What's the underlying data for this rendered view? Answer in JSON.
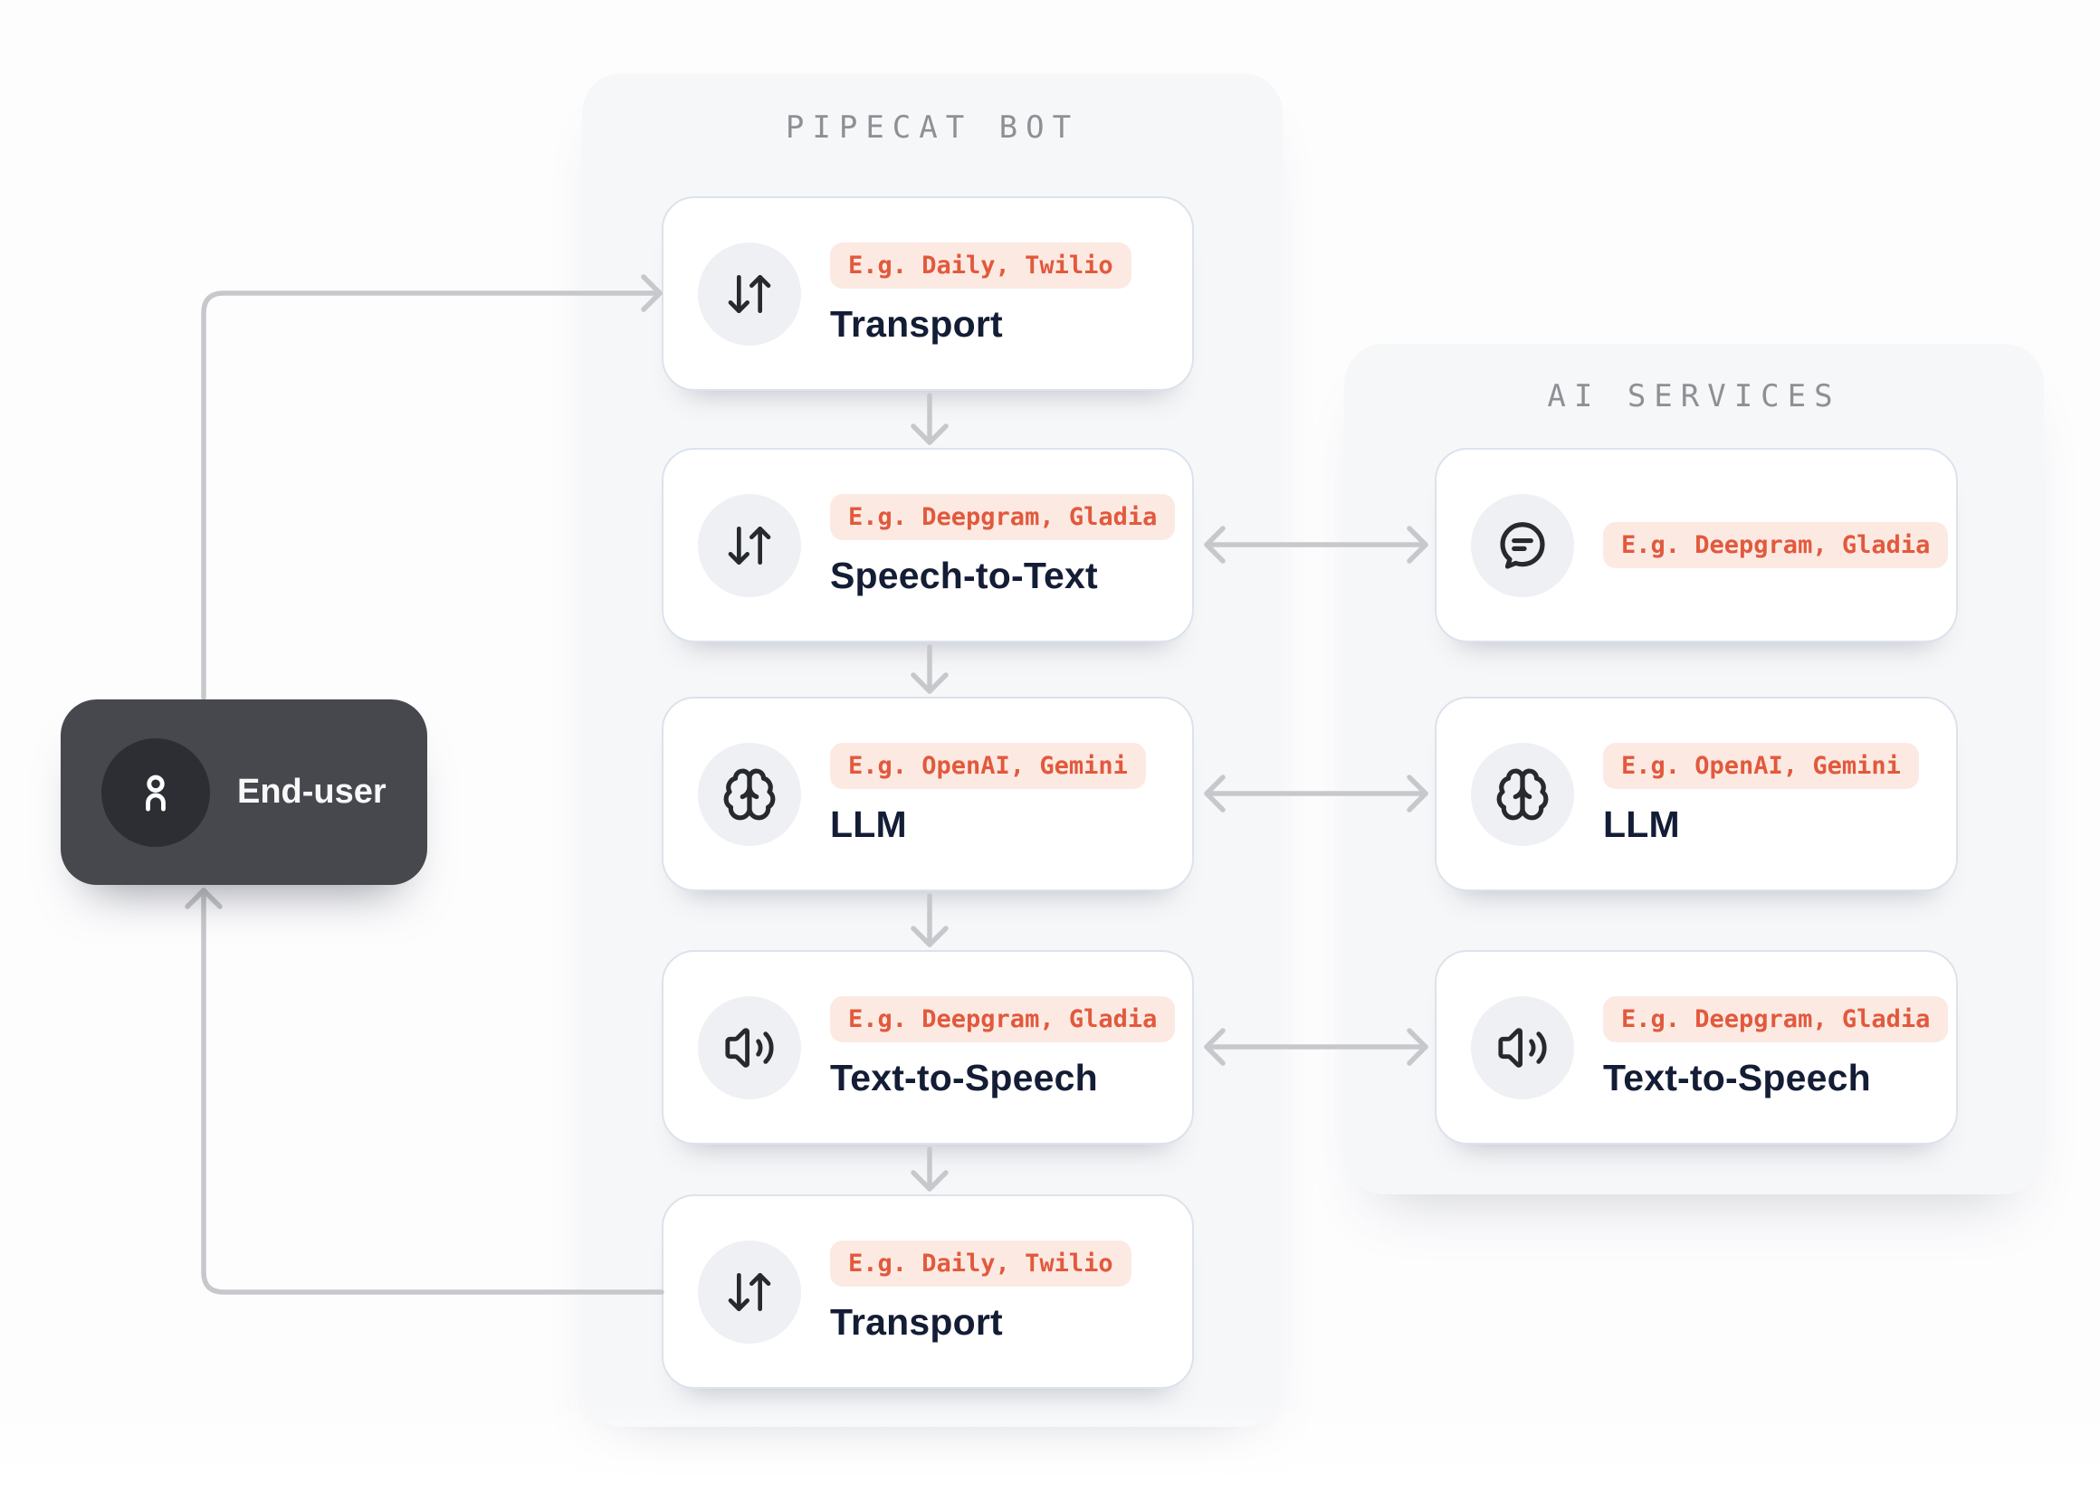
{
  "colors": {
    "accent": "#e2593d",
    "badge_bg": "#fceae2",
    "label": "#141d36",
    "panel_bg": "#f6f7f8",
    "panel_title": "#8f9095",
    "card_border": "#dce2ed",
    "connector": "#c7c8cc",
    "end_user_bg": "#46484e",
    "end_user_circle": "#2c2e34"
  },
  "end_user": {
    "label": "End-user",
    "icon": "user-icon"
  },
  "pipecat_panel": {
    "title": "PIPECAT BOT",
    "cards": [
      {
        "icon": "arrow-down-up-icon",
        "badge": "E.g. Daily, Twilio",
        "label": "Transport"
      },
      {
        "icon": "arrow-down-up-icon",
        "badge": "E.g. Deepgram, Gladia",
        "label": "Speech-to-Text"
      },
      {
        "icon": "brain-icon",
        "badge": "E.g. OpenAI, Gemini",
        "label": "LLM"
      },
      {
        "icon": "speaker-icon",
        "badge": "E.g. Deepgram, Gladia",
        "label": "Text-to-Speech"
      },
      {
        "icon": "arrow-down-up-icon",
        "badge": "E.g. Daily, Twilio",
        "label": "Transport"
      }
    ]
  },
  "ai_panel": {
    "title": "AI SERVICES",
    "cards": [
      {
        "icon": "chat-bubble-icon",
        "badge": "E.g. Deepgram, Gladia",
        "label": ""
      },
      {
        "icon": "brain-icon",
        "badge": "E.g. OpenAI, Gemini",
        "label": "LLM"
      },
      {
        "icon": "speaker-icon",
        "badge": "E.g. Deepgram, Gladia",
        "label": "Text-to-Speech"
      }
    ]
  }
}
